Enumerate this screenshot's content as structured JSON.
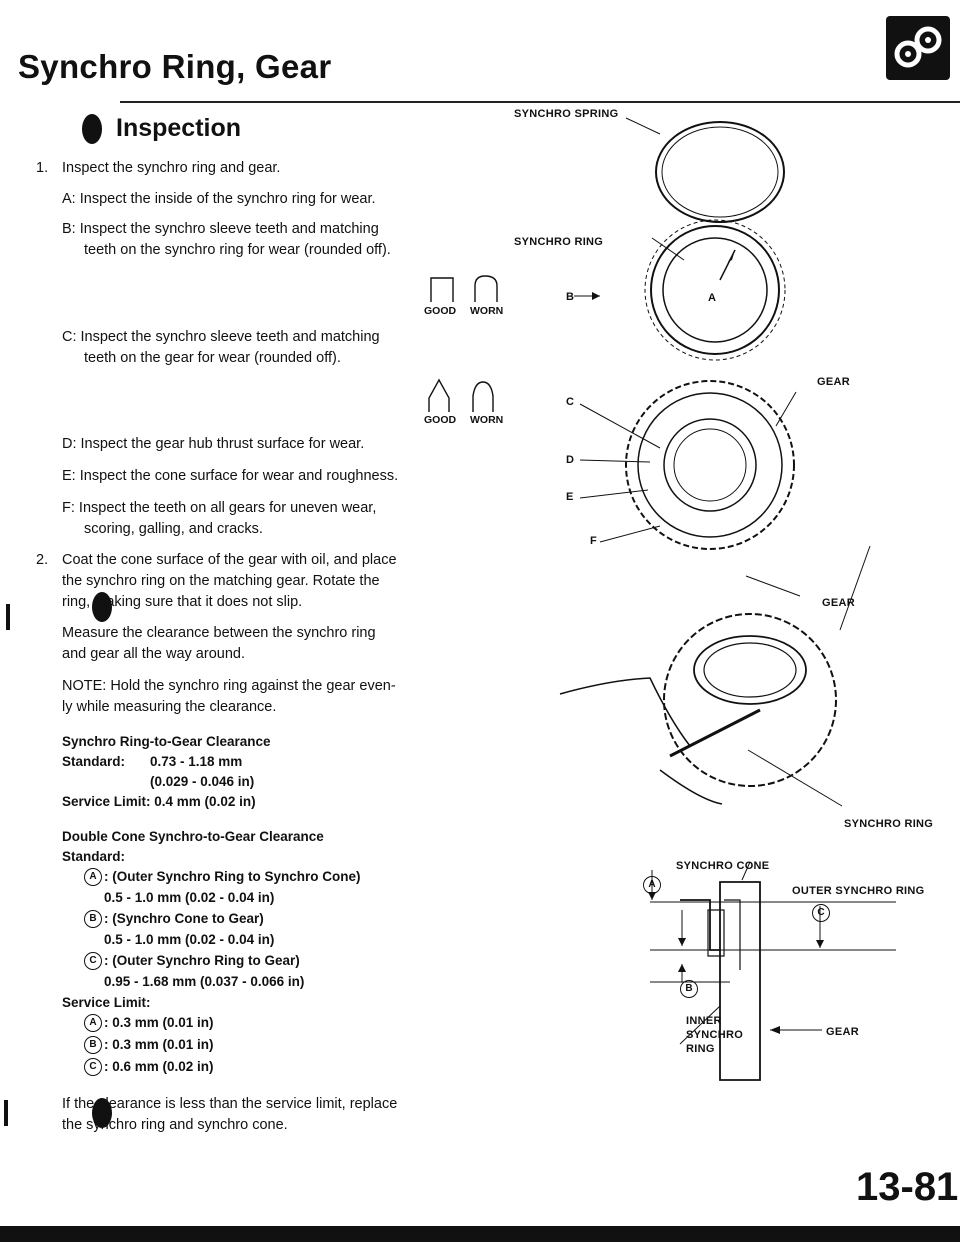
{
  "page": {
    "title": "Synchro Ring, Gear",
    "page_number": "13-81"
  },
  "section": {
    "heading": "Inspection",
    "step1": {
      "num": "1.",
      "text": "Inspect the synchro ring and gear.",
      "a": "A: Inspect the inside of the synchro ring for wear.",
      "b1": "B: Inspect the synchro sleeve teeth and matching",
      "b2": "teeth on the synchro ring for wear (rounded off).",
      "b_good": "GOOD",
      "b_worn": "WORN",
      "c1": "C: Inspect the synchro sleeve teeth and matching",
      "c2": "teeth on the gear for wear (rounded off).",
      "c_good": "GOOD",
      "c_worn": "WORN",
      "d": "D: Inspect the gear hub thrust surface for wear.",
      "e": "E: Inspect the cone surface for wear and roughness.",
      "f1": "F: Inspect the teeth on all gears for uneven wear,",
      "f2": "scoring, galling, and cracks."
    },
    "step2": {
      "num": "2.",
      "p1a": "Coat the cone surface of the gear with oil, and place",
      "p1b": "the synchro ring on the matching gear. Rotate the",
      "p1c": "ring, making sure that it does not slip.",
      "p2a": "Measure the clearance between the synchro ring",
      "p2b": "and gear all the way around.",
      "note1": "NOTE: Hold the synchro ring against the gear even-",
      "note2": "ly while measuring the clearance."
    },
    "spec1": {
      "heading": "Synchro Ring-to-Gear Clearance",
      "std_label": "Standard:",
      "std_mm": "0.73 - 1.18 mm",
      "std_in": "(0.029 - 0.046 in)",
      "limit": "Service Limit: 0.4 mm (0.02 in)"
    },
    "spec2": {
      "heading": "Double Cone Synchro-to-Gear Clearance",
      "std_label": "Standard:",
      "a_mark": "A",
      "a_desc": ": (Outer Synchro Ring to Synchro Cone)",
      "a_val": "0.5 - 1.0 mm (0.02 - 0.04 in)",
      "b_mark": "B",
      "b_desc": ": (Synchro Cone to Gear)",
      "b_val": "0.5 - 1.0 mm (0.02 - 0.04 in)",
      "c_mark": "C",
      "c_desc": ": (Outer Synchro Ring to Gear)",
      "c_val": "0.95 - 1.68 mm (0.037 - 0.066 in)",
      "limit_label": "Service Limit:",
      "la": ": 0.3 mm (0.01 in)",
      "lb": ": 0.3 mm (0.01 in)",
      "lc": ": 0.6 mm (0.02 in)"
    },
    "closing1": "If the clearance is less than the service limit, replace",
    "closing2": "the synchro ring and synchro cone."
  },
  "figures": {
    "synchro_spring": "SYNCHRO SPRING",
    "synchro_ring_top": "SYNCHRO RING",
    "label_a": "A",
    "label_b": "B",
    "label_c": "C",
    "label_d": "D",
    "label_e": "E",
    "label_f": "F",
    "gear1": "GEAR",
    "gear2": "GEAR",
    "synchro_ring_mid": "SYNCHRO RING",
    "synchro_cone": "SYNCHRO CONE",
    "outer_synchro_ring": "OUTER SYNCHRO RING",
    "inner_synchro_ring_1": "INNER",
    "inner_synchro_ring_2": "SYNCHRO",
    "inner_synchro_ring_3": "RING",
    "gear3": "GEAR",
    "mark_a": "A",
    "mark_b": "B",
    "mark_c": "C"
  }
}
